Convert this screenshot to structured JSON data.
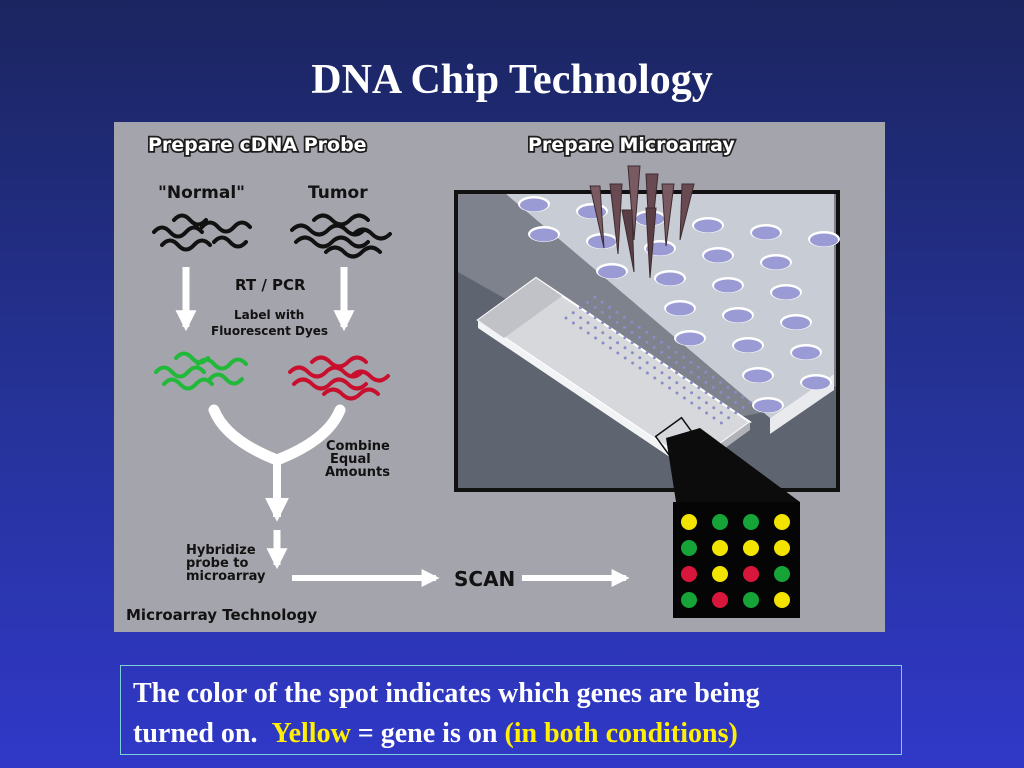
{
  "slide": {
    "title": "DNA Chip Technology"
  },
  "figure": {
    "heading_left": "Prepare cDNA Probe",
    "heading_right": "Prepare Microarray",
    "label_normal": "\"Normal\"",
    "label_tumor": "Tumor",
    "label_rtpcr": "RT / PCR",
    "label_dye_1": "Label with",
    "label_dye_2": "Fluorescent Dyes",
    "label_combine_1": "Combine",
    "label_combine_2": "Equal",
    "label_combine_3": "Amounts",
    "label_hybridize_1": "Hybridize",
    "label_hybridize_2": "probe to",
    "label_hybridize_3": "microarray",
    "label_scan": "SCAN",
    "footer": "Microarray Technology"
  },
  "colors": {
    "green_dye": "#22b83a",
    "red_dye": "#c8102e",
    "spot_yellow": "#f2e400",
    "spot_green": "#16a338",
    "spot_red": "#d8163c",
    "well_fill": "#9a9ad4"
  },
  "spot_grid": [
    [
      "yellow",
      "green",
      "green",
      "yellow"
    ],
    [
      "green",
      "yellow",
      "yellow",
      "yellow"
    ],
    [
      "red",
      "yellow",
      "red",
      "green"
    ],
    [
      "green",
      "red",
      "green",
      "yellow"
    ]
  ],
  "caption": {
    "line1": "The color of the spot indicates which genes are being",
    "line2_a": "turned on.",
    "line2_b": "Yellow",
    "line2_c": "= gene is on",
    "line2_d": "(in both conditions)"
  }
}
